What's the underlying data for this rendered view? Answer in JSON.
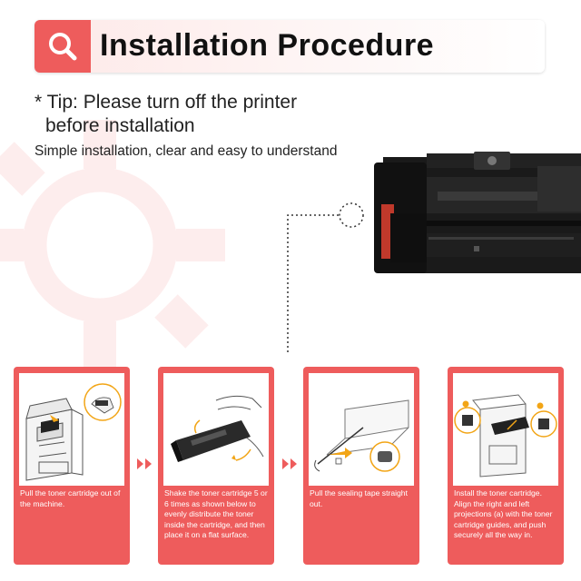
{
  "header": {
    "title": "Installation Procedure",
    "icon": "search-icon",
    "accent_color": "#ee5c5c"
  },
  "tip": {
    "line1": "* Tip: Please turn off the printer",
    "line2": "before installation"
  },
  "subtitle": "Simple installation, clear and easy to understand",
  "steps": [
    {
      "caption": "Pull the toner cartridge out of the machine.",
      "illustration": "printer-open-illustration"
    },
    {
      "caption": "Shake the toner cartridge 5 or 6 times as shown below to evenly distribute the toner inside the cartridge, and then place it on a flat surface.",
      "illustration": "shake-cartridge-illustration"
    },
    {
      "caption": "Pull the sealing tape straight out.",
      "illustration": "sealing-tape-illustration"
    },
    {
      "caption": "Install the toner cartridge. Align the right and left projections (a) with the toner cartridge guides, and push securely all the way in.",
      "illustration": "insert-cartridge-illustration"
    }
  ],
  "arrow_icon": "double-chevron-right-icon"
}
